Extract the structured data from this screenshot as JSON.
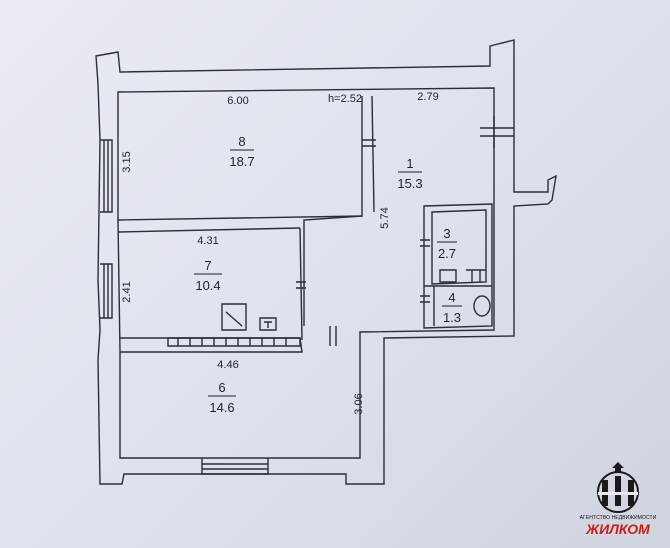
{
  "rooms": [
    {
      "num": "8",
      "area": "18.7"
    },
    {
      "num": "1",
      "area": "15.3"
    },
    {
      "num": "7",
      "area": "10.4"
    },
    {
      "num": "3",
      "area": "2.7"
    },
    {
      "num": "4",
      "area": "1.3"
    },
    {
      "num": "6",
      "area": "14.6"
    }
  ],
  "dimensions": {
    "d600": "6.00",
    "height": "h=2.52",
    "d279": "2.79",
    "d315": "3.15",
    "d574": "5.74",
    "d431": "4.31",
    "d241": "2.41",
    "d446": "4.46",
    "d306": "3.06"
  },
  "logo": {
    "caption": "АГЕНТСТВО НЕДВИЖИМОСТИ",
    "brand": "ЖИЛКОМ",
    "colors": {
      "brand": "#d11a1a",
      "mark": "#1b1b1b"
    }
  }
}
